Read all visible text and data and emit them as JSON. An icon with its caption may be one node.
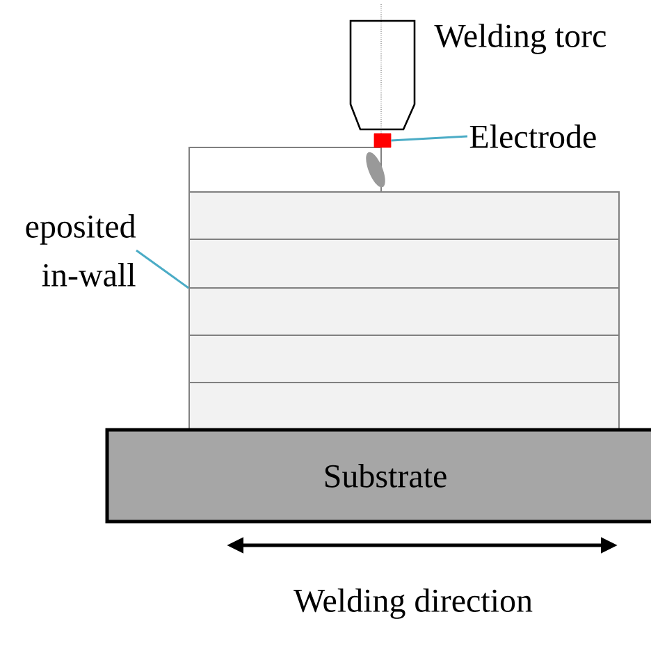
{
  "diagram": {
    "nodes": [
      {
        "text": [
          "Electrode"
        ]
      },
      {
        "text": [],
        "shape": "box"
      },
      {
        "text": [
          "eposited in-wall"
        ]
      },
      {
        "text": [],
        "shape": "box"
      },
      {
        "text": [
          "Substrate"
        ]
      }
    ],
    "edges": [
      {
        "from": 0,
        "to": 1,
        "arrow": "none"
      },
      {
        "from": 2,
        "to": 3,
        "arrow": "none"
      }
    ],
    "labels": [
      "Welding torc",
      "Welding direction"
    ]
  }
}
